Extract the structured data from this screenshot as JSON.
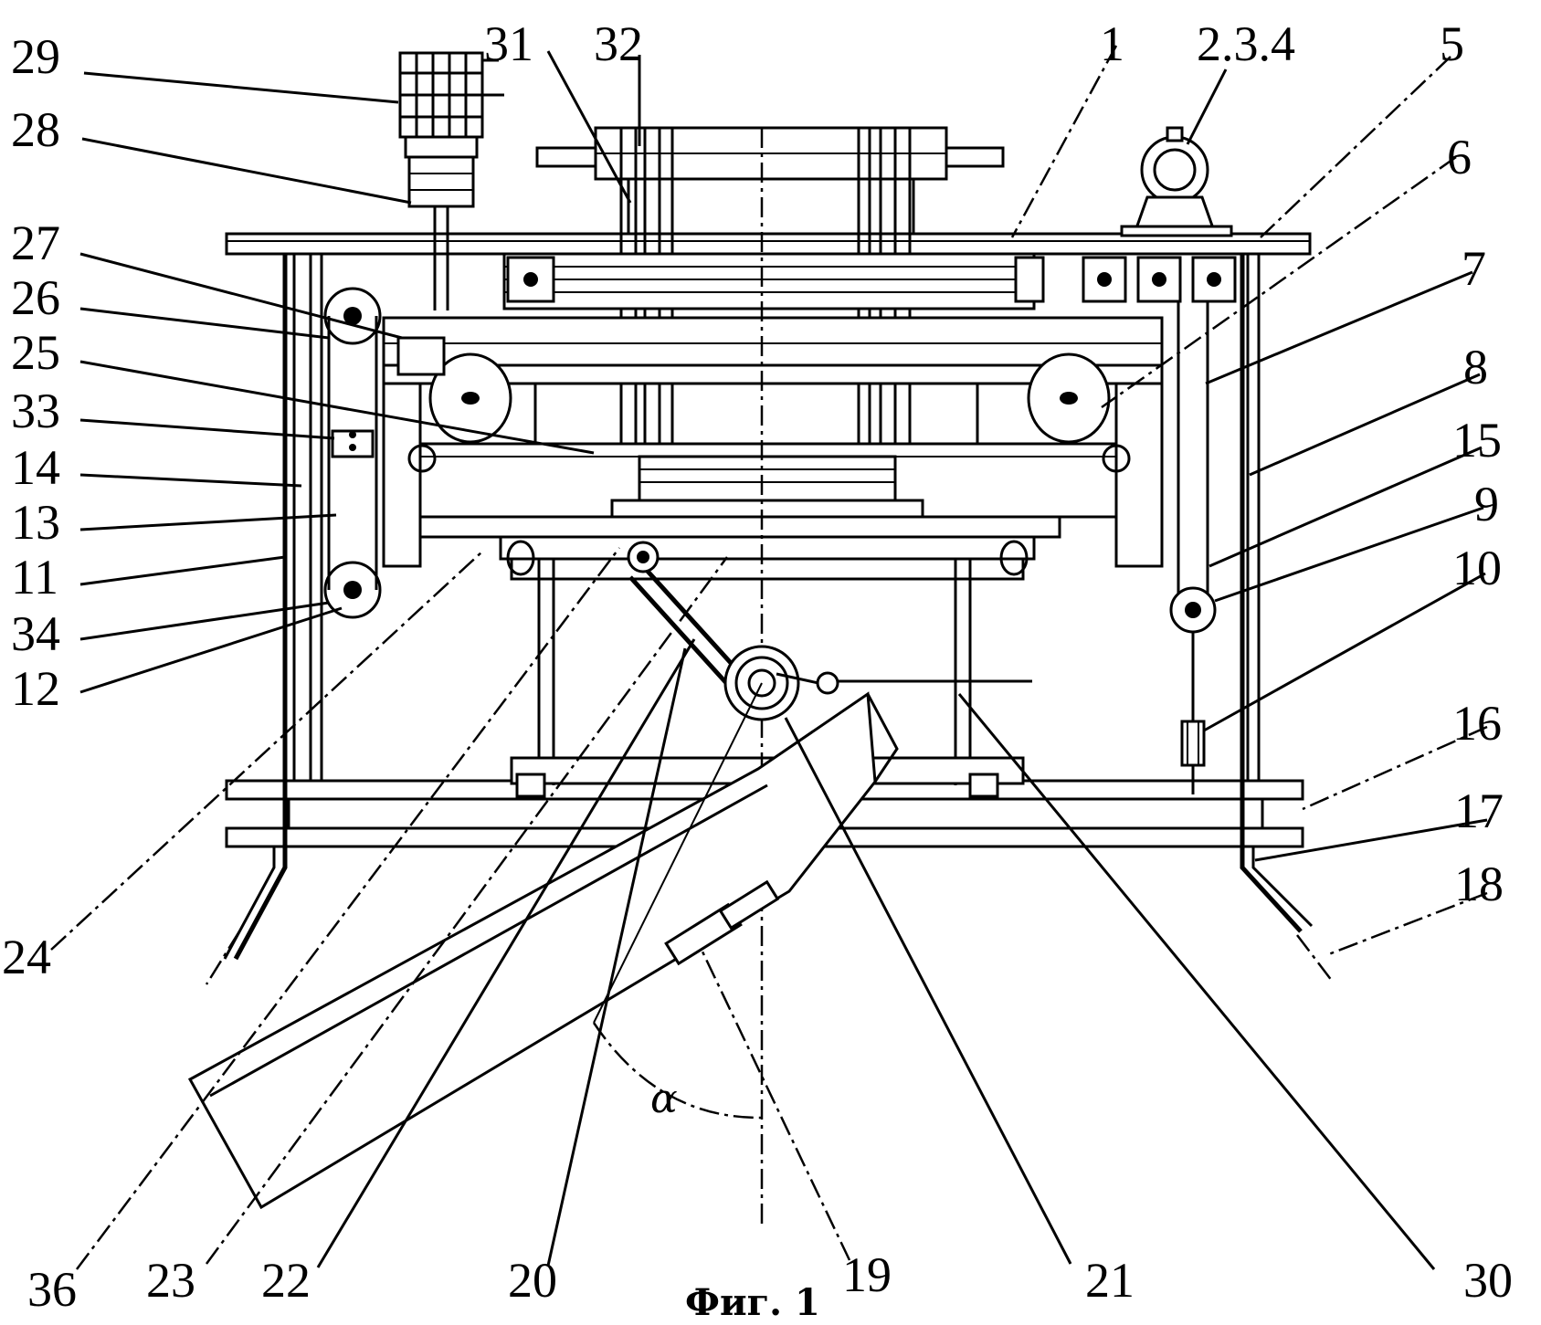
{
  "labels": {
    "l1": "1",
    "l234": "2.3.4",
    "l5": "5",
    "l6": "6",
    "l7": "7",
    "l8": "8",
    "l9": "9",
    "l10": "10",
    "l11": "11",
    "l12": "12",
    "l13": "13",
    "l14": "14",
    "l15": "15",
    "l16": "16",
    "l17": "17",
    "l18": "18",
    "l19": "19",
    "l20": "20",
    "l21": "21",
    "l22": "22",
    "l23": "23",
    "l24": "24",
    "l25": "25",
    "l26": "26",
    "l27": "27",
    "l28": "28",
    "l29": "29",
    "l30": "30",
    "l31": "31",
    "l32": "32",
    "l33": "33",
    "l34": "34",
    "l36": "36"
  },
  "angle_symbol": "α",
  "caption": "Фиг. 1"
}
